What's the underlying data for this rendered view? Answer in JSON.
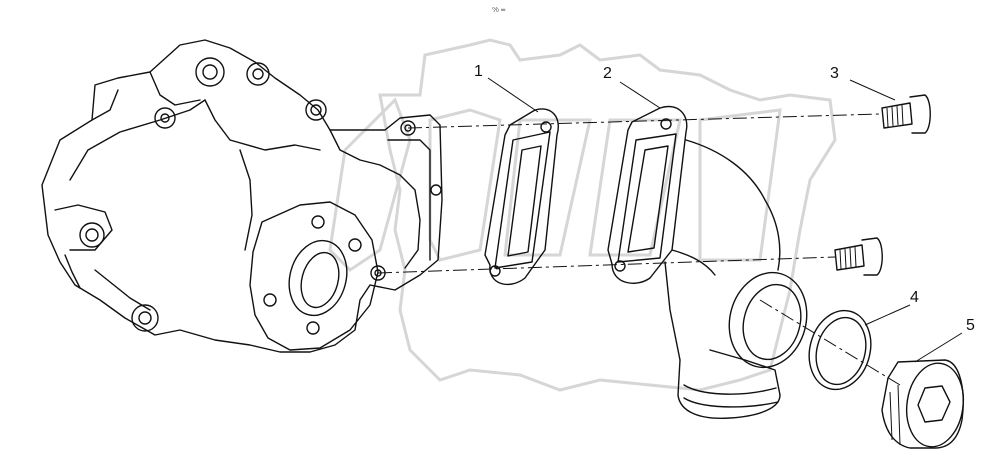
{
  "diagram": {
    "top_mark": "⁰⁄₀ ═",
    "callouts": [
      "1",
      "2",
      "3",
      "4",
      "5"
    ]
  },
  "colors": {
    "line": "#111111",
    "watermark": "#d6d6d6",
    "background": "#ffffff"
  }
}
